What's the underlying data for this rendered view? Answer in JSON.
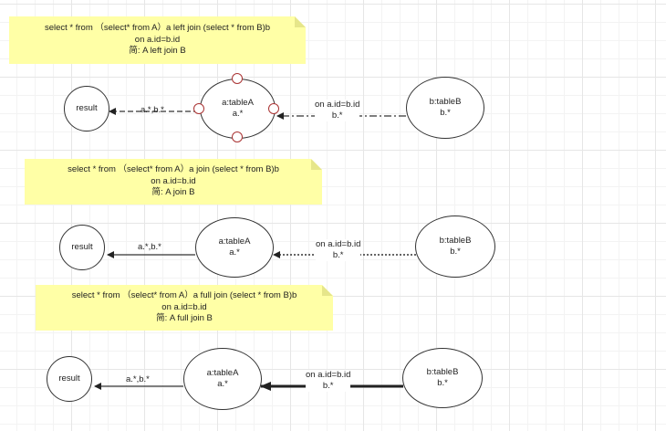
{
  "diagrams": [
    {
      "id": "left-join",
      "note": {
        "line1": "select * from （select*  from A）a left join (select * from B)b",
        "line2": "on a.id=b.id",
        "line3": "简: A left join B"
      },
      "result_label": "result",
      "edge_out_label": "a.*,b.*",
      "node_a": {
        "line1": "a:tableA",
        "line2": "a.*"
      },
      "edge_in_label": {
        "line1": "on a.id=b.id",
        "line2": "b.*"
      },
      "node_b": {
        "line1": "b:tableB",
        "line2": "b.*"
      }
    },
    {
      "id": "inner-join",
      "note": {
        "line1": "select * from （select*  from A）a join (select * from B)b",
        "line2": "on a.id=b.id",
        "line3": "简: A join B"
      },
      "result_label": "result",
      "edge_out_label": "a.*,b.*",
      "node_a": {
        "line1": "a:tableA",
        "line2": "a.*"
      },
      "edge_in_label": {
        "line1": "on a.id=b.id",
        "line2": "b.*"
      },
      "node_b": {
        "line1": "b:tableB",
        "line2": "b.*"
      }
    },
    {
      "id": "full-join",
      "note": {
        "line1": "select * from （select*  from A）a full join (select * from B)b",
        "line2": "on a.id=b.id",
        "line3": "简: A full join B"
      },
      "result_label": "result",
      "edge_out_label": "a.*,b.*",
      "node_a": {
        "line1": "a:tableA",
        "line2": "a.*"
      },
      "edge_in_label": {
        "line1": "on a.id=b.id",
        "line2": "b.*"
      },
      "node_b": {
        "line1": "b:tableB",
        "line2": "b.*"
      }
    }
  ],
  "colors": {
    "note_fill": "#ffffa6",
    "stroke": "#333333",
    "selection_handle": "#aa3333"
  }
}
